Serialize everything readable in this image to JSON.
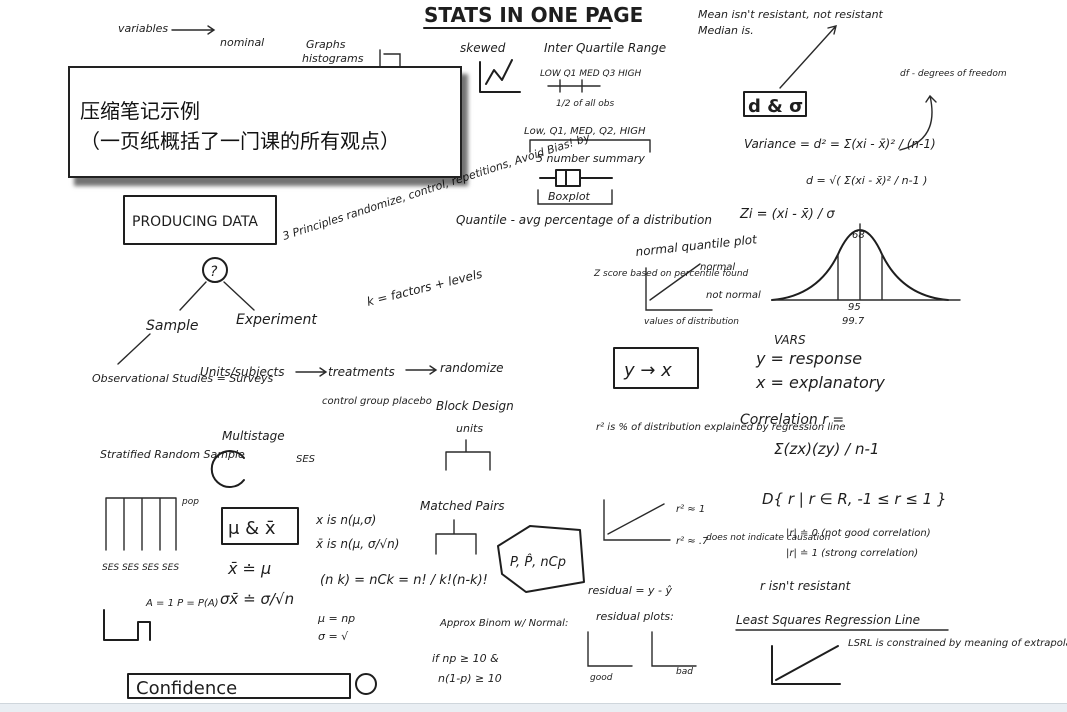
{
  "callout": {
    "line1": "压缩笔记示例",
    "line2": "（一页纸概括了一门课的所有观点）"
  },
  "notes": {
    "title": "STATS IN ONE PAGE",
    "variables": "variables",
    "nominal": "nominal",
    "graphs": "Graphs",
    "histograms": "histograms",
    "skewed": "skewed",
    "iqr": "Inter Quartile Range",
    "five_summary_labels": "LOW Q1 MED Q3 HIGH",
    "half_obs": "1/2 of all obs",
    "summary_row": "Low, Q1, MED, Q2, HIGH",
    "five_num_summary": "5 number summary",
    "boxplot": "Boxplot",
    "quantile": "Quantile - avg percentage of a distribution",
    "mean_resist": "Mean isn't resistant, not resistant",
    "median_is": "Median is.",
    "d_sigma": "d & σ",
    "df": "df - degrees of freedom",
    "variance": "Variance = d² = Σ(xi - x̄)² / (n-1)",
    "d_formula": "d = √( Σ(xi - x̄)² / n-1 )",
    "z_formula": "Zi = (xi - x̄) / σ",
    "producing_data": "PRODUCING DATA",
    "principles": "3 Principles randomize, control, repetitions, Avoid Bias! by",
    "k_factors": "k = factors + levels",
    "sample": "Sample",
    "experiment": "Experiment",
    "observational": "Observational Studies = Surveys",
    "units_subjects": "Units/subjects",
    "treatments": "treatments",
    "randomize": "randomize",
    "control_group": "control group placebo",
    "block_design": "Block Design",
    "units": "units",
    "normal_quantile": "normal quantile plot",
    "normal": "normal",
    "not_normal": "not normal",
    "z_score_label": "Z score based on percentile found",
    "values_of_dist": "values of distribution",
    "vars": "VARS",
    "response": "y = response",
    "explanatory": "x = explanatory",
    "yx_box": "y → x",
    "stratified": "Stratified Random Sample",
    "multistage": "Multistage",
    "ses": "SES",
    "pop": "pop",
    "ses_row": "SES SES SES SES",
    "mu_xbar": "μ & x̄",
    "xbar_mu": "x̄ ≐ μ",
    "sd_xbar": "σx̄ ≐ σ/√n",
    "x_dist": "x is n(μ,σ)",
    "xbar_dist": "x̄ is n(μ, σ/√n)",
    "matched_pairs": "Matched Pairs",
    "combo": "(n k) = nCk = n! / k!(n-k)!",
    "p_phat": "P, P̂, nCp",
    "mu_np": "μ = np",
    "sigma_np": "σ = √",
    "approx_binom": "Approx Binom w/ Normal:",
    "np_cond1": "if np ≥ 10 &",
    "np_cond2": "n(1-p) ≥ 10",
    "a_p": "A = 1 P = P(A)",
    "confidence": "Confidence",
    "r2_text": "r² is % of distribution explained by regression line",
    "r2_1": "r² ≈ 1",
    "r2_7": "r² ≈ .7",
    "correlation": "Correlation r =",
    "corr_formula": "Σ(zx)(zy) / n-1",
    "r_range": "D{ r | r ∈ R, -1 ≤ r ≤ 1 }",
    "causation": "does not indicate causation",
    "r_zero": "|r| ≐ 0  (not good correlation)",
    "r_one": "|r| ≐ 1  (strong correlation)",
    "r_not_resist": "r isn't resistant",
    "residual": "residual = y - ŷ",
    "residual_plots": "residual plots:",
    "lsrl": "Least Squares Regression Line",
    "lsrl_note": "LSRL is constrained by meaning of extrapolation!",
    "good": "good",
    "bad": "bad",
    "pct_68": "68",
    "pct_95": "95",
    "pct_997": "99.7"
  }
}
